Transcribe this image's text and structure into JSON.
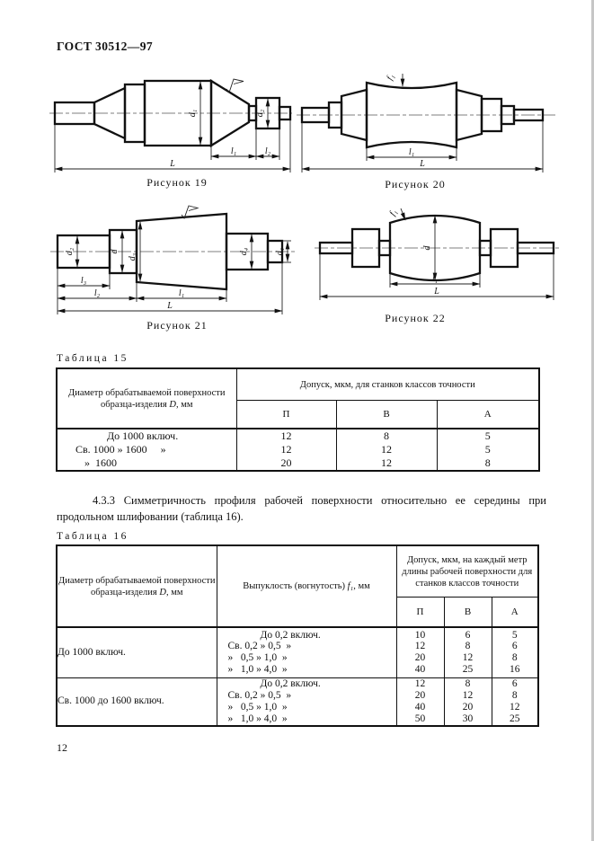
{
  "page": {
    "header": "ГОСТ 30512—97",
    "page_number": "12"
  },
  "figures": [
    {
      "caption": "Рисунок 19",
      "dims": {
        "d1": "d₁",
        "d2": "d₂",
        "l1": "l₁",
        "l2": "l₂",
        "L": "L"
      }
    },
    {
      "caption": "Рисунок 20",
      "dims": {
        "f": "f₁",
        "l": "l₁",
        "L": "L"
      }
    },
    {
      "caption": "Рисунок 21",
      "dims": {
        "d2": "d₂",
        "d": "d",
        "d3": "d₃",
        "d4": "d₄",
        "d1": "d₁",
        "l3": "l₃",
        "l2": "l₂",
        "l1": "l₁",
        "L": "L"
      }
    },
    {
      "caption": "Рисунок 22",
      "dims": {
        "f": "f₁",
        "d": "d",
        "l": "l₁",
        "L": "L"
      }
    }
  ],
  "table15": {
    "label": "Таблица 15",
    "col_diameter_header": {
      "text": "Диаметр обрабатываемой поверхности образца-изделия",
      "var": "D",
      "unit": ", мм"
    },
    "tolerance_header": "Допуск, мкм, для станков классов точности",
    "class_headers": [
      "П",
      "В",
      "А"
    ],
    "rows": [
      {
        "diameter": "До 1000 включ.",
        "p": "12",
        "v": "8",
        "a": "5"
      },
      {
        "diameter": "Св. 1000 » 1600     »",
        "p": "12",
        "v": "12",
        "a": "5"
      },
      {
        "diameter": "»  1600",
        "p": "20",
        "v": "12",
        "a": "8"
      }
    ]
  },
  "section_433": {
    "text": "4.3.3 Симметричность профиля рабочей поверхности относительно ее середины при продольном шлифовании (таблица 16)."
  },
  "table16": {
    "label": "Таблица 16",
    "col_diameter_header": {
      "text": "Диаметр обрабатываемой поверхности образца-изделия",
      "var": "D",
      "unit": ", мм"
    },
    "col_convexity_header": {
      "text": "Выпуклость (вогнутость)",
      "var": "f₁",
      "unit": ", мм"
    },
    "tolerance_header": "Допуск, мкм, на каждый метр длины рабочей поверхности для станков классов точности",
    "class_headers": [
      "П",
      "В",
      "А"
    ],
    "groups": [
      {
        "diameter": "До 1000 включ.",
        "rows": [
          {
            "f": "До 0,2 включ.",
            "p": "10",
            "v": "6",
            "a": "5"
          },
          {
            "f": "Св. 0,2 » 0,5  »",
            "p": "12",
            "v": "8",
            "a": "6"
          },
          {
            "f": "»   0,5 » 1,0  »",
            "p": "20",
            "v": "12",
            "a": "8"
          },
          {
            "f": "»   1,0 » 4,0  »",
            "p": "40",
            "v": "25",
            "a": "16"
          }
        ]
      },
      {
        "diameter": "Св. 1000 до 1600 включ.",
        "rows": [
          {
            "f": "До 0,2 включ.",
            "p": "12",
            "v": "8",
            "a": "6"
          },
          {
            "f": "Св. 0,2 » 0,5  »",
            "p": "20",
            "v": "12",
            "a": "8"
          },
          {
            "f": "»   0,5 » 1,0  »",
            "p": "40",
            "v": "20",
            "a": "12"
          },
          {
            "f": "»   1,0 » 4,0  »",
            "p": "50",
            "v": "30",
            "a": "25"
          }
        ]
      }
    ]
  }
}
